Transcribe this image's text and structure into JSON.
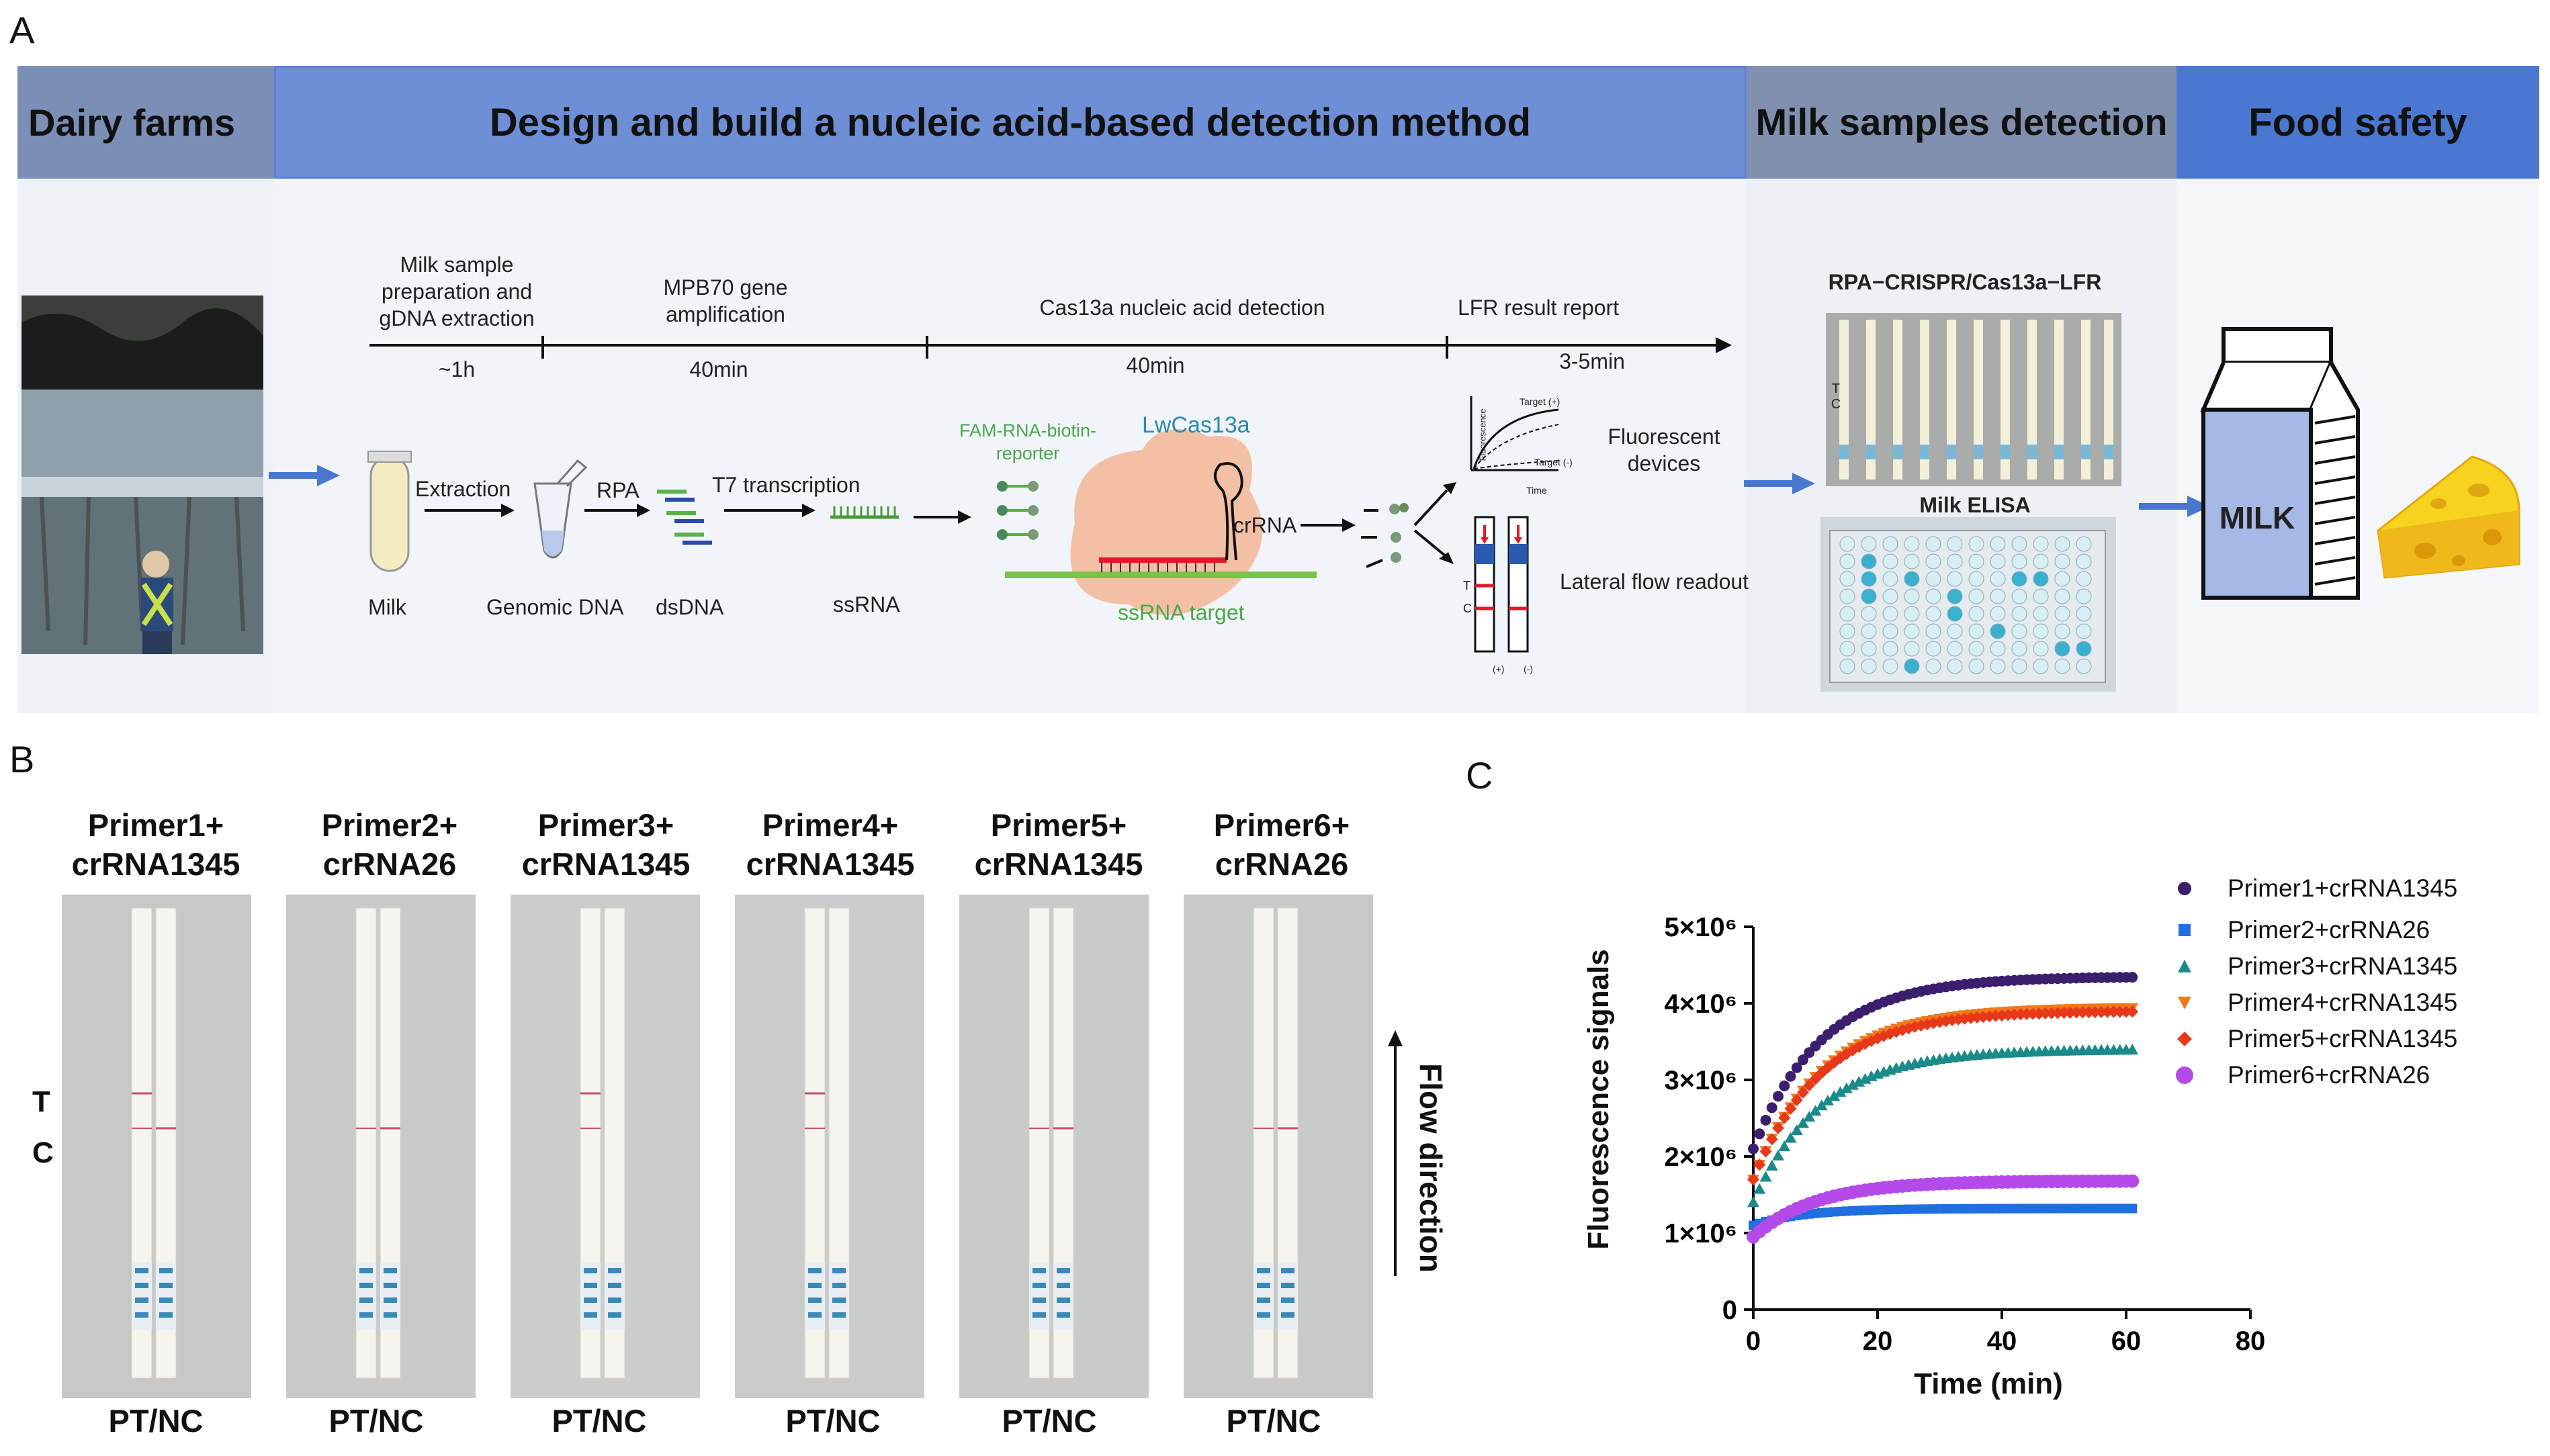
{
  "panels": {
    "a": "A",
    "b": "B",
    "c": "C"
  },
  "banner": {
    "dairy": "Dairy farms",
    "design": "Design and build a nucleic acid-based detection method",
    "milk_detection": "Milk samples detection",
    "food_safety": "Food safety"
  },
  "timeline": {
    "steps": [
      "Milk sample preparation and gDNA extraction",
      "MPB70 gene amplification",
      "Cas13a nucleic acid detection",
      "LFR result report"
    ],
    "times": [
      "~1h",
      "40min",
      "40min",
      "3-5min"
    ]
  },
  "workflow": {
    "extraction": "Extraction",
    "rpa": "RPA",
    "t7": "T7 transcription",
    "milk": "Milk",
    "genomic_dna": "Genomic DNA",
    "dsdna": "dsDNA",
    "ssrna": "ssRNA",
    "reporter": "FAM-RNA-biotin-reporter",
    "lwcas": "LwCas13a",
    "crrna": "crRNA",
    "target": "ssRNA target",
    "fluor_devices": "Fluorescent devices",
    "lateral_flow": "Lateral flow readout",
    "mini_y": "Fluorescence",
    "mini_x": "Time",
    "mini_pos": "Target (+)",
    "mini_neg": "Target (-)",
    "strip_t": "T",
    "strip_c": "C",
    "strip_pos": "(+)",
    "strip_neg": "(-)"
  },
  "detection": {
    "method": "RPA−CRISPR/Cas13a−LFR",
    "elisa": "Milk ELISA",
    "milk_box": "MILK",
    "strip_tc": "T C"
  },
  "panel_b": {
    "t_label": "T",
    "c_label": "C",
    "flow": "Flow direction",
    "primers": [
      "Primer1+ crRNA1345",
      "Primer2+ crRNA26",
      "Primer3+ crRNA1345",
      "Primer4+ crRNA1345",
      "Primer5+ crRNA1345",
      "Primer6+ crRNA26"
    ],
    "bottom": [
      "PT/NC",
      "PT/NC",
      "PT/NC",
      "PT/NC",
      "PT/NC",
      "PT/NC"
    ]
  },
  "chart_data": {
    "type": "scatter",
    "xlabel": "Time (min)",
    "ylabel": "Fluorescence signals",
    "xlim": [
      0,
      80
    ],
    "ylim": [
      0,
      5000000
    ],
    "x_ticks": [
      "0",
      "20",
      "40",
      "60",
      "80"
    ],
    "y_ticks": [
      "0",
      "1×10⁶",
      "2×10⁶",
      "3×10⁶",
      "4×10⁶",
      "5×10⁶"
    ],
    "legend_position": "top-right",
    "series": [
      {
        "name": "Primer1+crRNA1345",
        "color": "#3b1f6e",
        "marker": "circle",
        "start": 2100000,
        "plateau": 4350000,
        "tau": 11
      },
      {
        "name": "Primer2+crRNA26",
        "color": "#1f6fe0",
        "marker": "square",
        "start": 1100000,
        "plateau": 1320000,
        "tau": 8
      },
      {
        "name": "Primer3+crRNA1345",
        "color": "#1a8a8a",
        "marker": "triangle-up",
        "start": 1400000,
        "plateau": 3400000,
        "tau": 11
      },
      {
        "name": "Primer4+crRNA1345",
        "color": "#f07a1a",
        "marker": "triangle-down",
        "start": 1700000,
        "plateau": 3950000,
        "tau": 11
      },
      {
        "name": "Primer5+crRNA1345",
        "color": "#e8381a",
        "marker": "diamond",
        "start": 1700000,
        "plateau": 3900000,
        "tau": 11
      },
      {
        "name": "Primer6+crRNA26",
        "color": "#b44be8",
        "marker": "circle",
        "start": 950000,
        "plateau": 1680000,
        "tau": 10
      }
    ],
    "x_range_data": [
      0,
      61
    ]
  }
}
